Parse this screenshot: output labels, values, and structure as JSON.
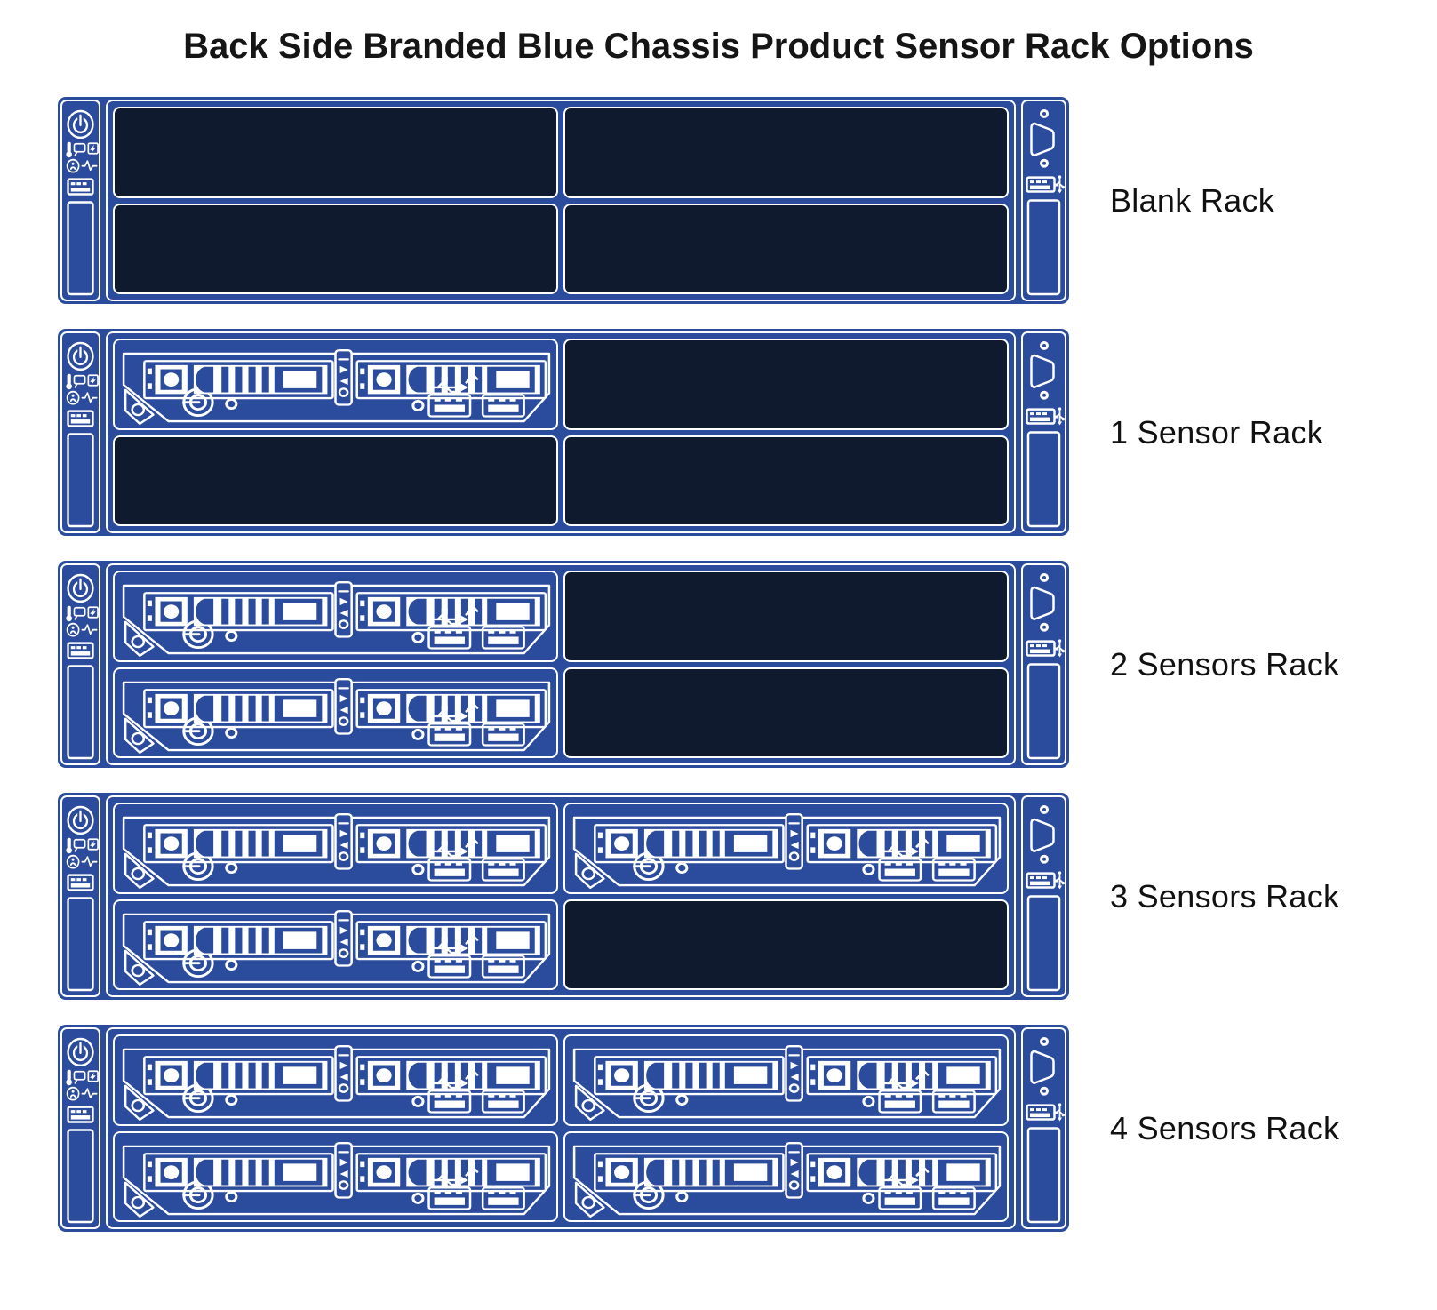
{
  "title": "Back Side Branded Blue Chassis Product Sensor Rack Options",
  "colors": {
    "chassis_blue": "#2B4C9C",
    "slot_dark": "#0F1A2E",
    "outline_white": "#FFFFFF",
    "label_text": "#111111",
    "page_background": "#FFFFFF"
  },
  "racks": [
    {
      "label": "Blank Rack",
      "slots": [
        "empty",
        "empty",
        "empty",
        "empty"
      ]
    },
    {
      "label": "1 Sensor Rack",
      "slots": [
        "sensor",
        "empty",
        "empty",
        "empty"
      ]
    },
    {
      "label": "2 Sensors Rack",
      "slots": [
        "sensor",
        "empty",
        "sensor",
        "empty"
      ]
    },
    {
      "label": "3 Sensors Rack",
      "slots": [
        "sensor",
        "sensor",
        "sensor",
        "empty"
      ]
    },
    {
      "label": "4 Sensors Rack",
      "slots": [
        "sensor",
        "sensor",
        "sensor",
        "sensor"
      ]
    }
  ],
  "left_panel_icons": [
    "power-button",
    "thermometer",
    "chat-bubble",
    "power-fault",
    "health",
    "activity-pulse",
    "serial-port",
    "blank-plate"
  ],
  "right_panel_icons": [
    "screw-top",
    "vga-port",
    "screw-bottom",
    "usb-port",
    "usb-symbol",
    "blank-plate"
  ],
  "sensor_module_parts": [
    "connector-bay-left",
    "connector-bay-right",
    "io-strip",
    "latch",
    "power-inlet",
    "status-led",
    "status-led",
    "usb-symbol",
    "usb-port",
    "usb-port"
  ]
}
